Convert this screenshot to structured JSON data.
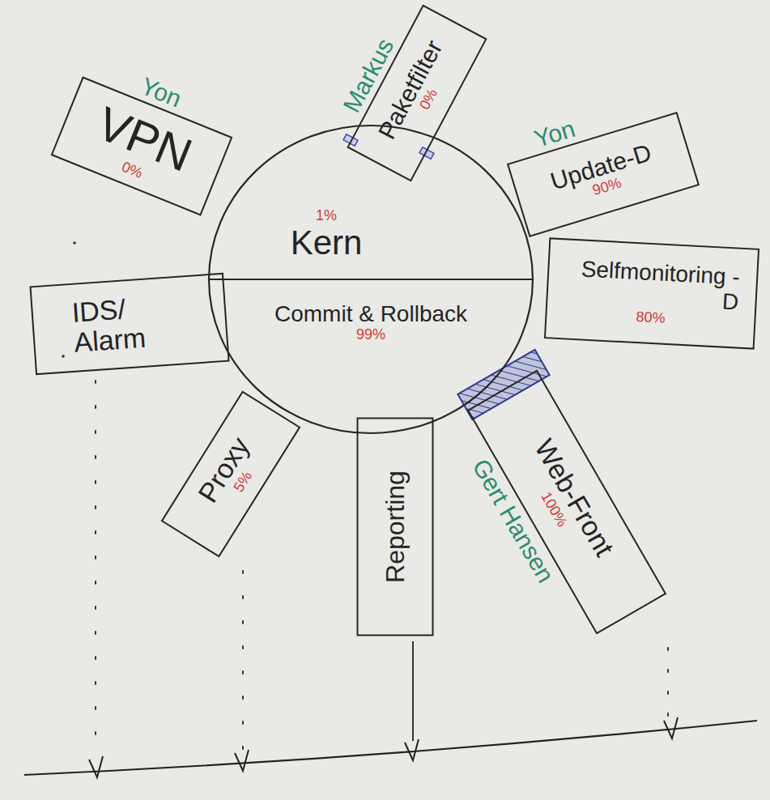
{
  "diagram": {
    "nodes": [
      {
        "text": [
          "Kern",
          "1%"
        ]
      },
      {
        "text": [
          "Commit & Rollback",
          "99%"
        ]
      },
      {
        "text": [
          "Yon",
          "VPN",
          "0%"
        ]
      },
      {
        "text": [
          "Markus",
          "Paketfilter",
          "0%"
        ]
      },
      {
        "text": [
          "Yon",
          "Update-D",
          "90%"
        ]
      },
      {
        "text": [
          "Selfmonitoring -D",
          "80%"
        ]
      },
      {
        "text": [
          "Web-Front",
          "100%",
          "Gert Hansen"
        ]
      },
      {
        "text": [
          "Reporting"
        ]
      },
      {
        "text": [
          "Proxy",
          "5%"
        ]
      },
      {
        "text": [
          "IDS/ Alarm"
        ]
      }
    ]
  }
}
